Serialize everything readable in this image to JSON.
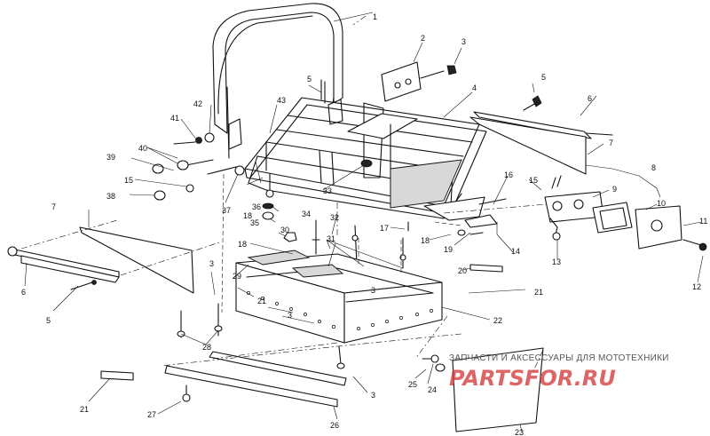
{
  "callouts": [
    {
      "n": "1"
    },
    {
      "n": "2"
    },
    {
      "n": "3"
    },
    {
      "n": "4"
    },
    {
      "n": "5"
    },
    {
      "n": "6"
    },
    {
      "n": "7"
    },
    {
      "n": "8"
    },
    {
      "n": "9"
    },
    {
      "n": "10"
    },
    {
      "n": "11"
    },
    {
      "n": "12"
    },
    {
      "n": "13"
    },
    {
      "n": "14"
    },
    {
      "n": "15"
    },
    {
      "n": "16"
    },
    {
      "n": "17"
    },
    {
      "n": "18"
    },
    {
      "n": "19"
    },
    {
      "n": "20"
    },
    {
      "n": "21"
    },
    {
      "n": "22"
    },
    {
      "n": "23"
    },
    {
      "n": "24"
    },
    {
      "n": "25"
    },
    {
      "n": "26"
    },
    {
      "n": "27"
    },
    {
      "n": "28"
    },
    {
      "n": "29"
    },
    {
      "n": "30"
    },
    {
      "n": "31"
    },
    {
      "n": "32"
    },
    {
      "n": "33"
    },
    {
      "n": "34"
    },
    {
      "n": "35"
    },
    {
      "n": "36"
    },
    {
      "n": "37"
    },
    {
      "n": "38"
    },
    {
      "n": "39"
    },
    {
      "n": "40"
    },
    {
      "n": "41"
    },
    {
      "n": "42"
    },
    {
      "n": "43"
    }
  ],
  "watermark": {
    "caption": "ЗАПЧАСТИ И АКСЕССУАРЫ ДЛЯ МОТОТЕХНИКИ",
    "logo": "PARTSFOR.RU",
    "logo_color": "#d23a3a"
  }
}
